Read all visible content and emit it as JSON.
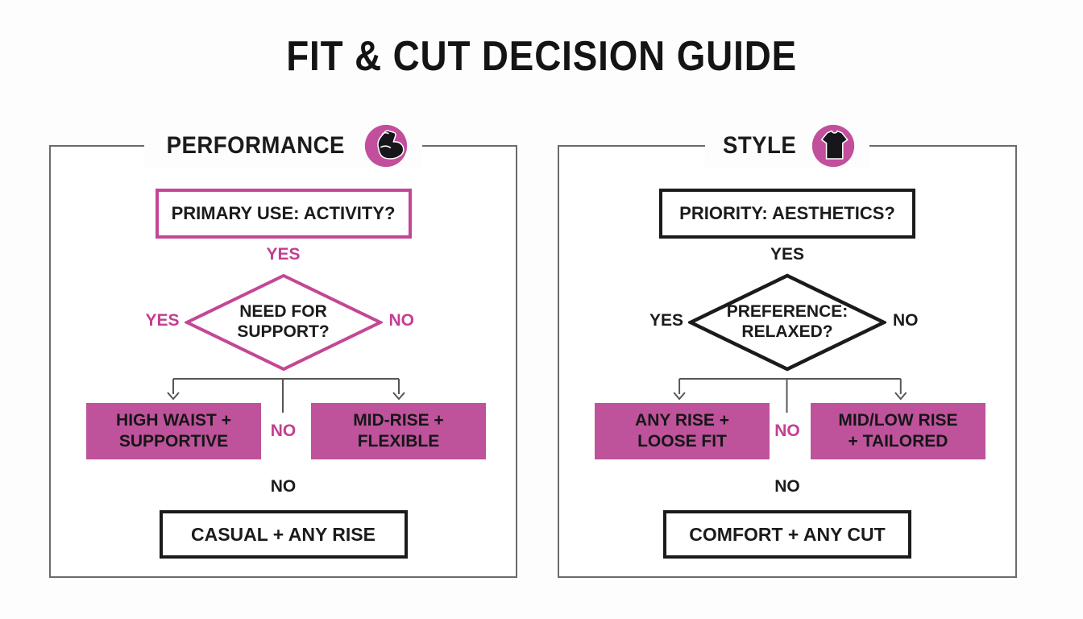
{
  "title": "FIT & CUT DECISION GUIDE",
  "colors": {
    "pink_fill": "#BE539C",
    "pink_border": "#C34795",
    "pink_text": "#C33E92",
    "icon_circle": "#C14F9C",
    "black": "#1B1B1B"
  },
  "panels": {
    "performance": {
      "header": "PERFORMANCE",
      "icon": "bicep-icon",
      "question": "PRIMARY USE: ACTIVITY?",
      "branch_yes": "YES",
      "diamond_question": "NEED FOR\nSUPPORT?",
      "diamond_yes": "YES",
      "diamond_no": "NO",
      "result_yes": "HIGH WAIST +\nSUPPORTIVE",
      "middle_no": "NO",
      "result_no": "MID-RISE +\nFLEXIBLE",
      "branch_no": "NO",
      "fallback": "CASUAL + ANY RISE"
    },
    "style": {
      "header": "STYLE",
      "icon": "tshirt-icon",
      "question": "PRIORITY: AESTHETICS?",
      "branch_yes": "YES",
      "diamond_question": "PREFERENCE:\nRELAXED?",
      "diamond_yes": "YES",
      "diamond_no": "NO",
      "result_yes": "ANY RISE +\nLOOSE FIT",
      "middle_no": "NO",
      "result_no": "MID/LOW RISE\n+ TAILORED",
      "branch_no": "NO",
      "fallback": "COMFORT + ANY CUT"
    }
  }
}
